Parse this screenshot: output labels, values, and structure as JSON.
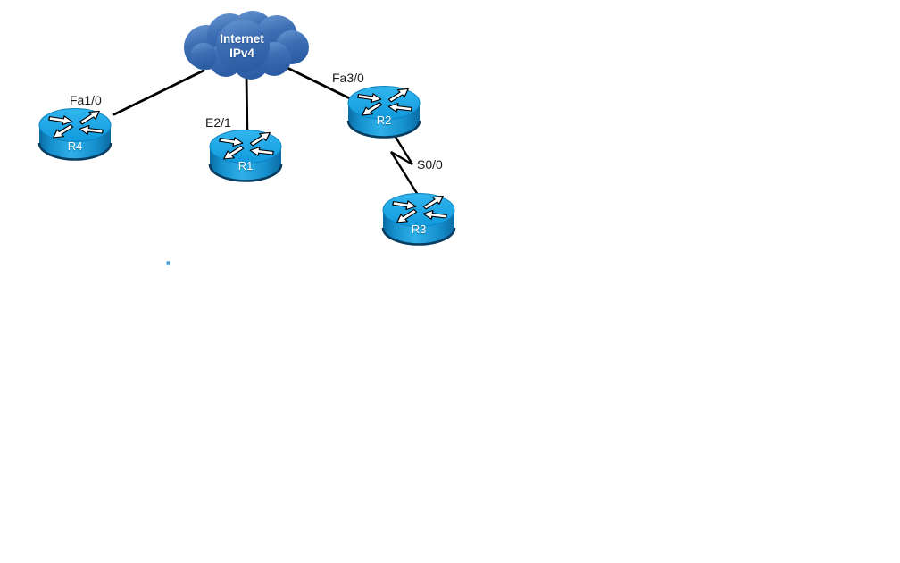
{
  "diagram": {
    "type": "network-topology",
    "background_color": "#ffffff",
    "cloud": {
      "name": "Internet IPv4",
      "line1": "Internet",
      "line2": "IPv4"
    },
    "nodes": [
      {
        "id": "R4",
        "label": "R4",
        "kind": "router"
      },
      {
        "id": "R1",
        "label": "R1",
        "kind": "router"
      },
      {
        "id": "R2",
        "label": "R2",
        "kind": "router"
      },
      {
        "id": "R3",
        "label": "R3",
        "kind": "router"
      }
    ],
    "links": [
      {
        "from": "Internet IPv4",
        "to": "R4",
        "interface_label": "Fa1/0",
        "style": "straight"
      },
      {
        "from": "Internet IPv4",
        "to": "R1",
        "interface_label": "E2/1",
        "style": "straight"
      },
      {
        "from": "Internet IPv4",
        "to": "R2",
        "interface_label": "Fa3/0",
        "style": "straight"
      },
      {
        "from": "R2",
        "to": "R3",
        "interface_label": "S0/0",
        "style": "serial-lightning"
      }
    ],
    "colors": {
      "router_top": "#1FA9E8",
      "router_body_light": "#2FB0E8",
      "router_body_dark": "#0C6CA4",
      "router_bottom_rim": "#083D61",
      "cloud_top": "#6595D1",
      "cloud_bottom": "#2E5FA6",
      "link_line": "#000000",
      "interface_text": "#1A1A1A",
      "node_text": "#FFFFFF"
    }
  }
}
